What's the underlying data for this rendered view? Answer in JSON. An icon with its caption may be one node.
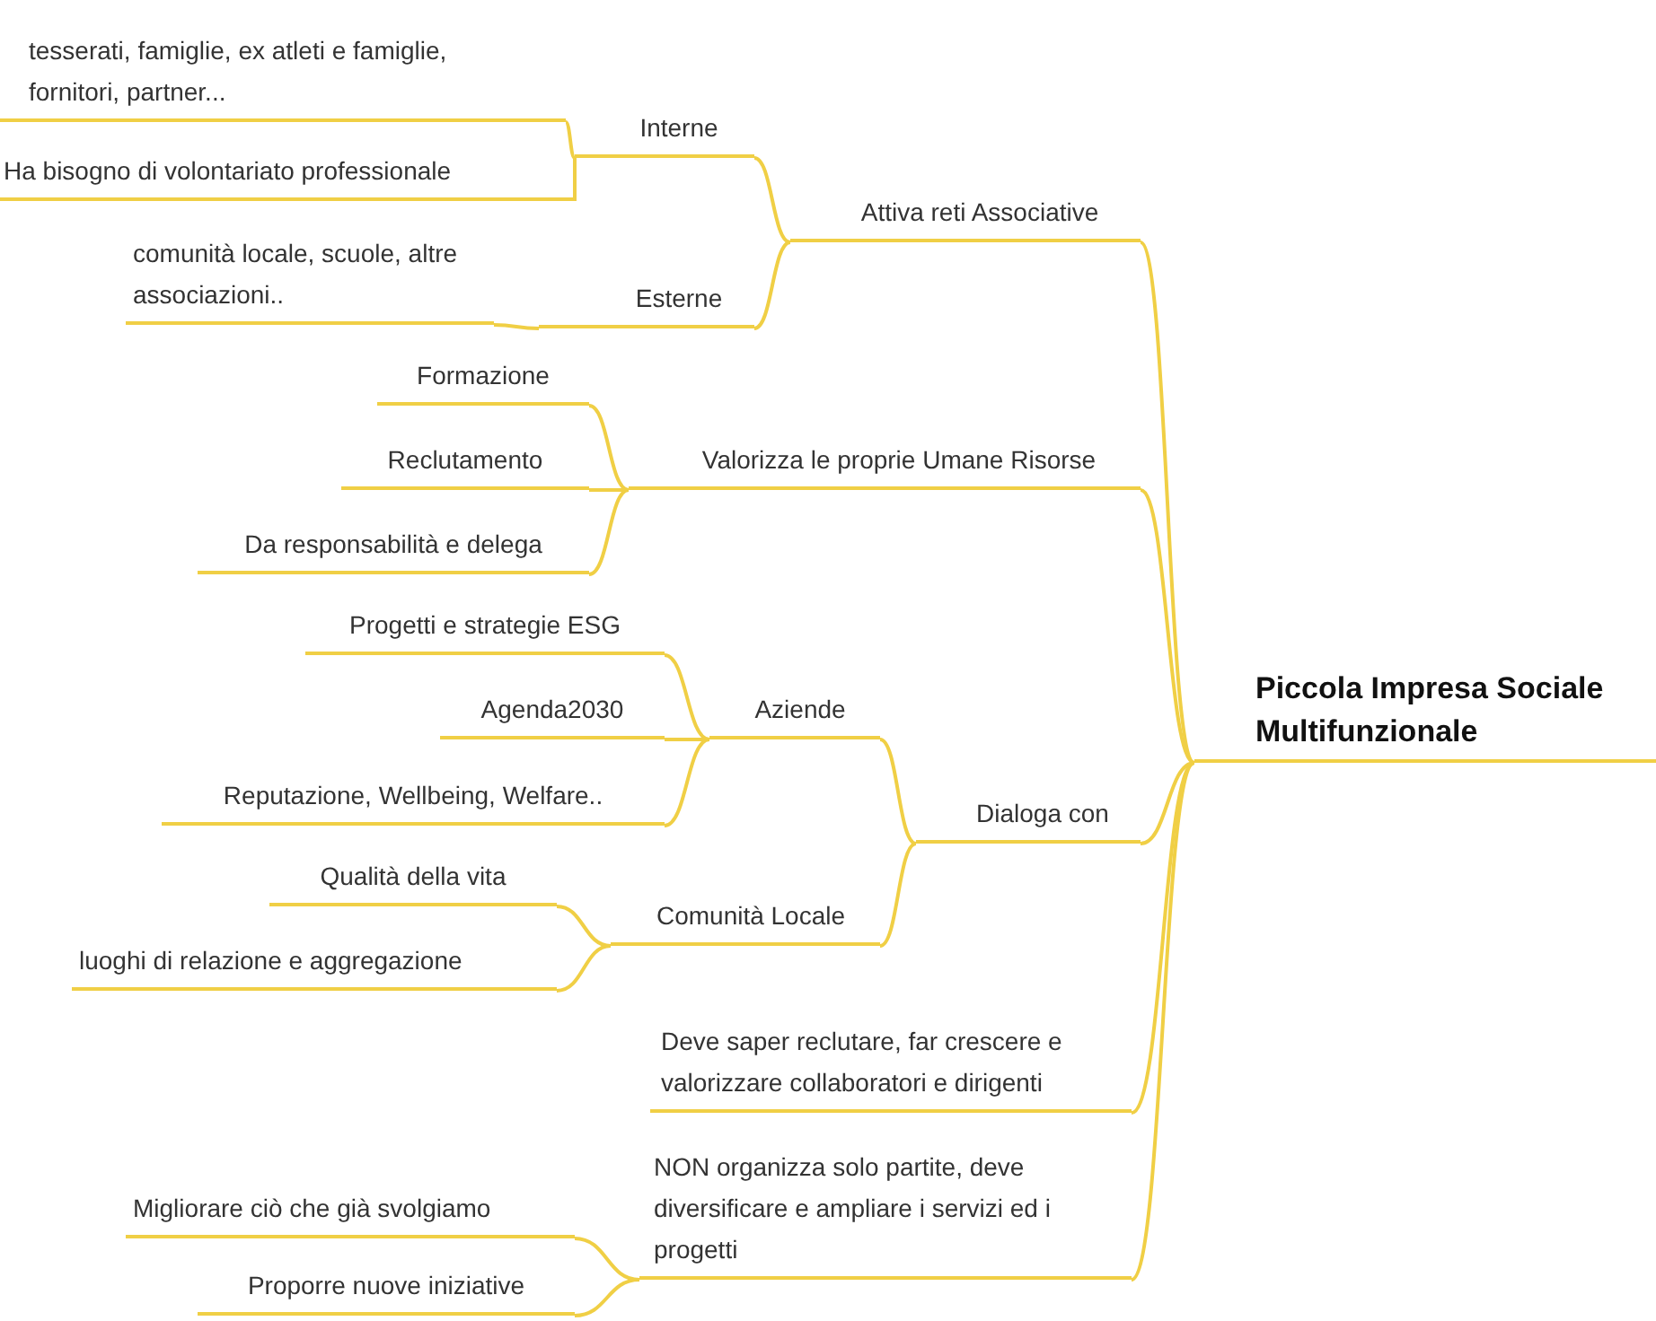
{
  "diagram": {
    "nodes": [
      {
        "text": [
          "Piccola Impresa Sociale Multifunzionale"
        ]
      },
      {
        "text": [
          "Attiva reti Associative"
        ]
      },
      {
        "text": [
          "Interne"
        ]
      },
      {
        "text": [
          "tesserati, famiglie, ex atleti e famiglie, fornitori, partner..."
        ]
      },
      {
        "text": [
          "Ha bisogno di volontariato professionale"
        ]
      },
      {
        "text": [
          "Esterne"
        ]
      },
      {
        "text": [
          "comunità locale, scuole, altre associazioni.."
        ]
      },
      {
        "text": [
          "Valorizza le proprie Umane Risorse"
        ]
      },
      {
        "text": [
          "Formazione"
        ]
      },
      {
        "text": [
          "Reclutamento"
        ]
      },
      {
        "text": [
          "Da responsabilità e delega"
        ]
      },
      {
        "text": [
          "Dialoga con"
        ]
      },
      {
        "text": [
          "Aziende"
        ]
      },
      {
        "text": [
          "Progetti e strategie ESG"
        ]
      },
      {
        "text": [
          "Agenda2030"
        ]
      },
      {
        "text": [
          "Reputazione, Wellbeing, Welfare.."
        ]
      },
      {
        "text": [
          "Comunità Locale"
        ]
      },
      {
        "text": [
          "Qualità della vita"
        ]
      },
      {
        "text": [
          "luoghi di relazione e aggregazione"
        ]
      },
      {
        "text": [
          "Deve saper reclutare, far crescere e valorizzare collaboratori e dirigenti"
        ]
      },
      {
        "text": [
          "NON organizza solo partite, deve diversificare e ampliare i servizi ed i progetti"
        ]
      },
      {
        "text": [
          "Migliorare ciò che già svolgiamo"
        ]
      },
      {
        "text": [
          "Proporre nuove iniziative"
        ]
      }
    ],
    "edges": [
      {
        "from": 0,
        "to": 1,
        "arrow": "none"
      },
      {
        "from": 1,
        "to": 2,
        "arrow": "none"
      },
      {
        "from": 2,
        "to": 3,
        "arrow": "none"
      },
      {
        "from": 2,
        "to": 4,
        "arrow": "none"
      },
      {
        "from": 1,
        "to": 5,
        "arrow": "none"
      },
      {
        "from": 5,
        "to": 6,
        "arrow": "none"
      },
      {
        "from": 0,
        "to": 7,
        "arrow": "none"
      },
      {
        "from": 7,
        "to": 8,
        "arrow": "none"
      },
      {
        "from": 7,
        "to": 9,
        "arrow": "none"
      },
      {
        "from": 7,
        "to": 10,
        "arrow": "none"
      },
      {
        "from": 0,
        "to": 11,
        "arrow": "none"
      },
      {
        "from": 11,
        "to": 12,
        "arrow": "none"
      },
      {
        "from": 12,
        "to": 13,
        "arrow": "none"
      },
      {
        "from": 12,
        "to": 14,
        "arrow": "none"
      },
      {
        "from": 12,
        "to": 15,
        "arrow": "none"
      },
      {
        "from": 11,
        "to": 16,
        "arrow": "none"
      },
      {
        "from": 16,
        "to": 17,
        "arrow": "none"
      },
      {
        "from": 16,
        "to": 18,
        "arrow": "none"
      },
      {
        "from": 0,
        "to": 19,
        "arrow": "none"
      },
      {
        "from": 0,
        "to": 20,
        "arrow": "none"
      },
      {
        "from": 20,
        "to": 21,
        "arrow": "none"
      },
      {
        "from": 20,
        "to": 22,
        "arrow": "none"
      }
    ]
  }
}
